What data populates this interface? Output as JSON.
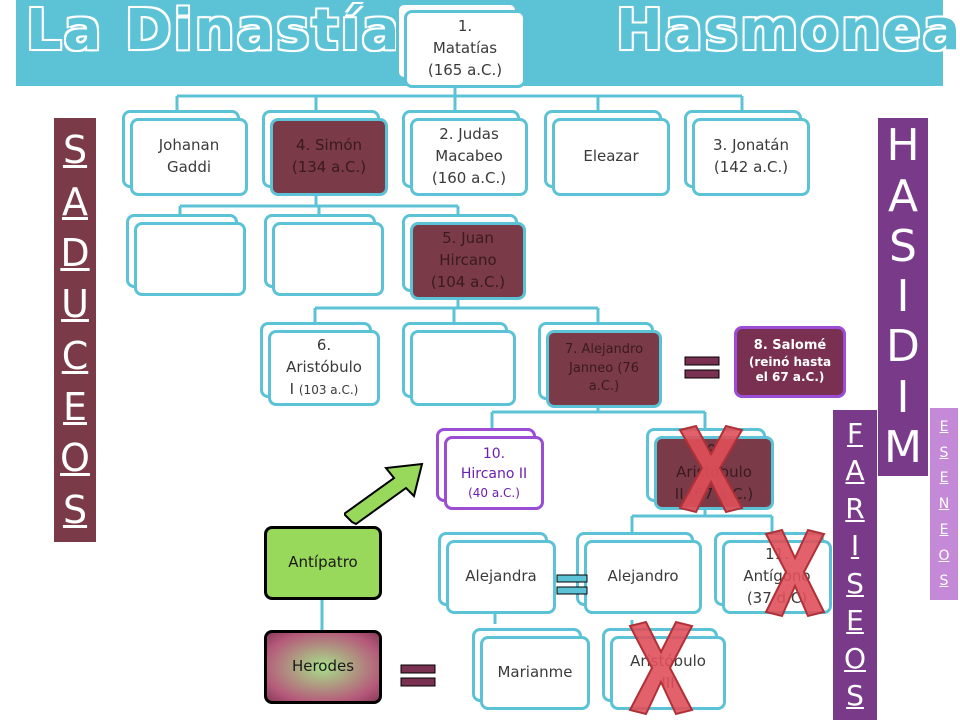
{
  "title": {
    "part1": "La Dinastía",
    "part2": "Hasmonea"
  },
  "nodes": {
    "matatias": {
      "line1": "1.",
      "line2": "Matatías",
      "line3": "(165 a.C.)"
    },
    "johanan": {
      "line1": "Johanan",
      "line2": "Gaddi"
    },
    "simon": {
      "line1": "4. Simón",
      "line2": "(134 a.C.)"
    },
    "judas": {
      "line1": "2. Judas",
      "line2": "Macabeo",
      "line3": "(160 a.C.)"
    },
    "eleazar": {
      "line1": "Eleazar"
    },
    "jonatan": {
      "line1": "3. Jonatán",
      "line2": "(142 a.C.)"
    },
    "hircano": {
      "line1": "5. Juan",
      "line2": "Hircano",
      "line3": "(104 a.C.)"
    },
    "aristobulo1": {
      "line1": "6.",
      "line2": "Aristóbulo",
      "line3": "I",
      "line3_small": "(103 a.C.)"
    },
    "alejandro_janneo": {
      "line1": "7. Alejandro",
      "line2": "Janneo (76",
      "line3": "a.C.)"
    },
    "salome": {
      "line1": "8. Salomé",
      "line2": "(reinó hasta",
      "line3": "el 67 a.C.)"
    },
    "hircano2": {
      "line1": "10.",
      "line2": "Hircano II",
      "line3": "(40 a.C.)"
    },
    "aristobulo2": {
      "line1": "9.",
      "line2": "Aristóbulo",
      "line3": "II (67 a.C.)"
    },
    "antipatro": {
      "line1": "Antípatro"
    },
    "alejandra": {
      "line1": "Alejandra"
    },
    "alejandro": {
      "line1": "Alejandro"
    },
    "antigono": {
      "line1": "11.",
      "line2": "Antígono",
      "line3": "(37 d.C)"
    },
    "herodes": {
      "line1": "Herodes"
    },
    "marianme": {
      "line1": "Marianme"
    },
    "aristobulo3": {
      "line1": "Aristóbulo",
      "line2": "III"
    }
  },
  "side_labels": {
    "saduceos": [
      "S",
      "A",
      "D",
      "U",
      "C",
      "E",
      "O",
      "S"
    ],
    "hasidim": [
      "H",
      "A",
      "S",
      "I",
      "D",
      "I",
      "M"
    ],
    "fariseos": [
      "F",
      "A",
      "R",
      "I",
      "S",
      "E",
      "O",
      "S"
    ],
    "esenios": [
      "E",
      "S",
      "E",
      "N",
      "E",
      "O",
      "S"
    ]
  },
  "colors": {
    "accent": "#5cc3d6",
    "red_node": "#7a3a48",
    "purple": "#9b4dd6",
    "green": "#98d85a",
    "x_red": "#e0505a"
  }
}
